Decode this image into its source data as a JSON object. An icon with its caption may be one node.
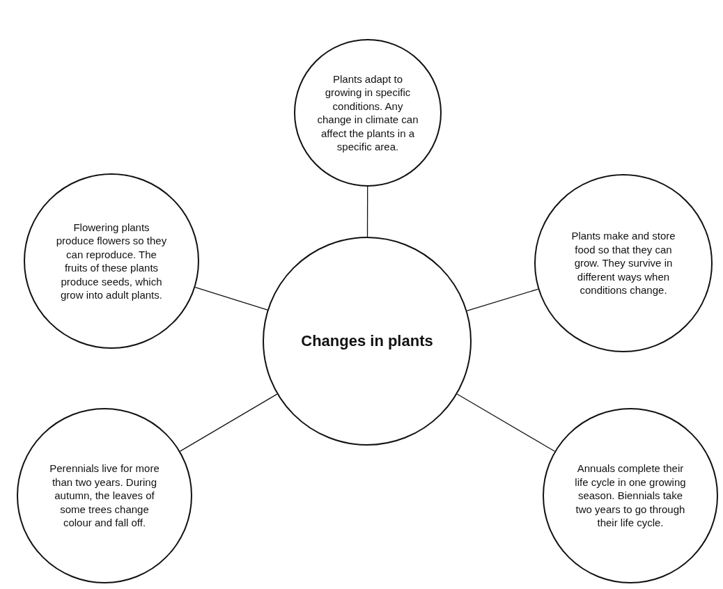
{
  "diagram": {
    "nodes": [
      {
        "text": [
          "Plants adapt to growing in specific conditions. Any change in climate can affect the plants in a specific area."
        ]
      },
      {
        "text": [
          "Flowering plants produce flowers so they can reproduce. The fruits of these plants produce seeds, which grow into adult plants."
        ]
      },
      {
        "text": [
          "Plants make and store food so that they can grow. They survive in different ways when conditions change."
        ]
      },
      {
        "text": [
          "Changes in plants"
        ]
      },
      {
        "text": [
          "Perennials live for more than two years. During autumn, the leaves of some trees change colour and fall off."
        ]
      },
      {
        "text": [
          "Annuals complete their life cycle in one growing season. Biennials take two years to go through their life cycle."
        ]
      }
    ],
    "edges": [
      {
        "from": 3,
        "to": 0,
        "arrow": "none"
      },
      {
        "from": 3,
        "to": 1,
        "arrow": "none"
      },
      {
        "from": 3,
        "to": 2,
        "arrow": "none"
      },
      {
        "from": 3,
        "to": 4,
        "arrow": "none"
      },
      {
        "from": 3,
        "to": 5,
        "arrow": "none"
      }
    ]
  }
}
